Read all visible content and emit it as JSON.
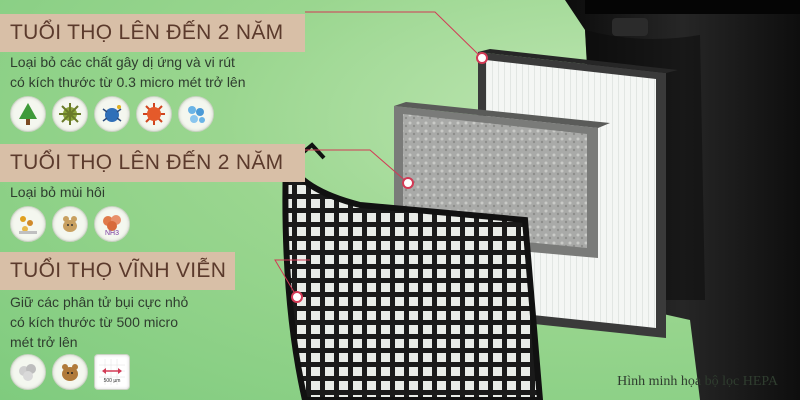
{
  "sections": [
    {
      "title": "TUỔI THỌ LÊN ĐẾN 2 NĂM",
      "lines": [
        "Loại bỏ các chất gây dị ứng và vi rút",
        "có kích thước từ 0.3 micro mét trở lên"
      ],
      "icons": [
        "tree-pollen-icon",
        "pollen-icon",
        "mite-icon",
        "virus-icon",
        "droplets-icon"
      ]
    },
    {
      "title": "TUỔI THỌ LÊN ĐẾN 2 NĂM",
      "lines": [
        "Loại bỏ mùi hôi"
      ],
      "icons": [
        "smoke-odor-icon",
        "pet-odor-icon",
        "nh3-icon"
      ],
      "nh3_label": "NH3"
    },
    {
      "title": "TUỔI THỌ VĨNH VIỄN",
      "lines": [
        "Giữ các phân tử bụi cực nhỏ",
        "có kích thước từ 500 micro",
        "mét trở lên"
      ],
      "icons": [
        "dust-icon",
        "pet-hair-icon",
        "size-500-icon"
      ],
      "size_label": "500 µm"
    }
  ],
  "caption": "Hình minh họa bộ lọc HEPA",
  "colors": {
    "banner": "#d8bfa7",
    "banner_text": "#5b3a2c",
    "pointer": "#d23a55",
    "background": "#8fd08a",
    "device": "#161616"
  }
}
